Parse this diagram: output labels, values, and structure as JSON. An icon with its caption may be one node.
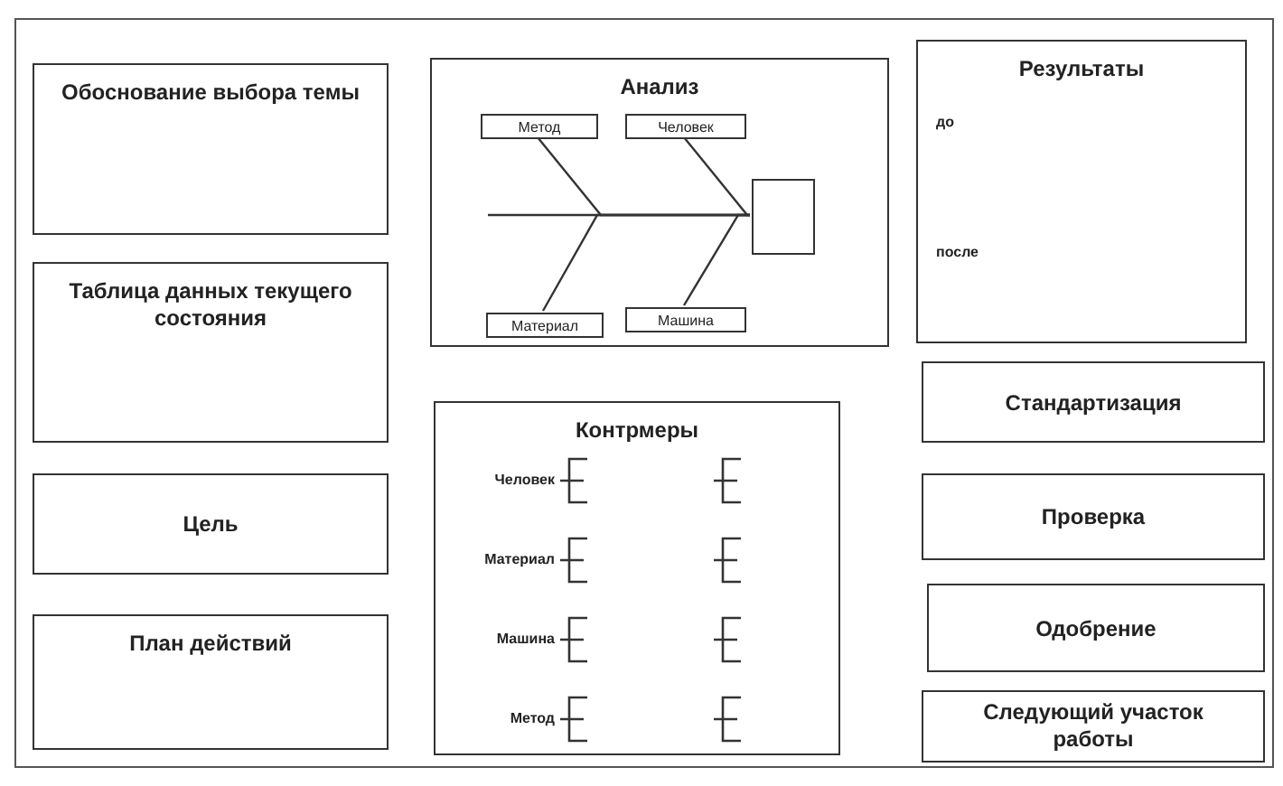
{
  "diagram": {
    "nodes": [
      {
        "text": [
          "Обоснование выбора темы"
        ]
      },
      {
        "text": [
          "Таблица данных текущего состояния"
        ]
      },
      {
        "text": [
          "Цель"
        ]
      },
      {
        "text": [
          "План действий"
        ]
      },
      {
        "text": [
          "Анализ"
        ]
      },
      {
        "text": [
          "Метод"
        ],
        "in": 4
      },
      {
        "text": [
          "Человек"
        ],
        "in": 4
      },
      {
        "text": [
          "Материал"
        ],
        "in": 4
      },
      {
        "text": [
          "Машина"
        ],
        "in": 4
      },
      {
        "text": [],
        "shape": "box",
        "in": 4
      },
      {
        "text": [
          "Контрмеры",
          "Человек",
          "Материал",
          "Машина",
          "Метод"
        ]
      },
      {
        "text": [
          "Результаты",
          "до",
          "после"
        ]
      },
      {
        "text": [
          "Стандартизация"
        ]
      },
      {
        "text": [
          "Проверка"
        ]
      },
      {
        "text": [
          "Одобрение"
        ]
      },
      {
        "text": [
          "Следующий участок работы"
        ]
      }
    ],
    "edges": [
      {
        "from": 5,
        "to": 9,
        "arrow": "none"
      },
      {
        "from": 6,
        "to": 9,
        "arrow": "none"
      },
      {
        "from": 7,
        "to": 9,
        "arrow": "none"
      },
      {
        "from": 8,
        "to": 9,
        "arrow": "none"
      },
      {
        "from": null,
        "to": 9,
        "arrow": "none"
      }
    ]
  }
}
